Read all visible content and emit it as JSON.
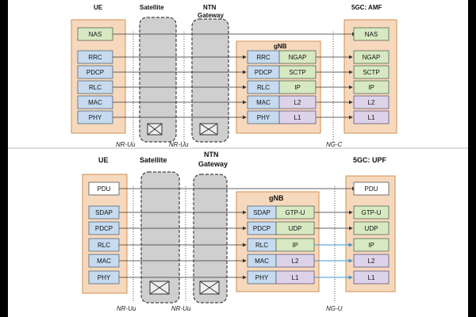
{
  "colors": {
    "node_fill": "#f6d9bd",
    "node_stroke": "#d08d52",
    "blue_fill": "#c6dbf0",
    "green_fill": "#d7e9c2",
    "purple_fill": "#dcd3ea",
    "pill_fill": "#cfcfcf",
    "line": "#333333",
    "cyan_line": "#3b9bd6"
  },
  "top": {
    "ue_title": "UE",
    "satellite_title": "Satellite",
    "gateway_title_1": "NTN",
    "gateway_title_2": "Gateway",
    "gnb_title": "gNB",
    "core_title": "5GC: AMF",
    "ue_layers": [
      "NAS",
      "RRC",
      "PDCP",
      "RLC",
      "MAC",
      "PHY"
    ],
    "gnb_left": [
      "RRC",
      "PDCP",
      "RLC",
      "MAC",
      "PHY"
    ],
    "gnb_right": [
      "NGAP",
      "SCTP",
      "IP",
      "L2",
      "L1"
    ],
    "core_layers": [
      "NAS",
      "NGAP",
      "SCTP",
      "IP",
      "L2",
      "L1"
    ],
    "iface_1": "NR-Uu",
    "iface_2": "NR-Uu",
    "iface_3": "NG-C"
  },
  "bottom": {
    "ue_title": "UE",
    "satellite_title": "Satellite",
    "gateway_title_1": "NTN",
    "gateway_title_2": "Gateway",
    "gnb_title": "gNB",
    "core_title": "5GC: UPF",
    "ue_layers": [
      "PDU",
      "SDAP",
      "PDCP",
      "RLC",
      "MAC",
      "PHY"
    ],
    "gnb_left": [
      "SDAP",
      "PDCP",
      "RLC",
      "MAC",
      "PHY"
    ],
    "gnb_right": [
      "GTP-U",
      "UDP",
      "IP",
      "L2",
      "L1"
    ],
    "core_layers": [
      "PDU",
      "GTP-U",
      "UDP",
      "IP",
      "L2",
      "L1"
    ],
    "iface_1": "NR-Uu",
    "iface_2": "NR-Uu",
    "iface_3": "NG-U"
  }
}
